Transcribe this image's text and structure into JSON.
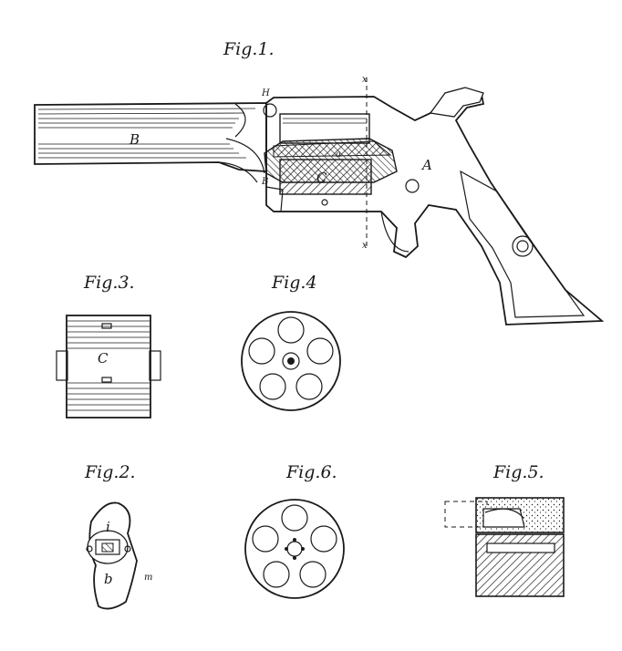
{
  "figures": {
    "fig1": {
      "title": "Fig.1.",
      "labels": {
        "A": "A",
        "B": "B",
        "C": "C",
        "H": "H",
        "B2": "B",
        "a": "a",
        "x1": "x",
        "x2": "x"
      }
    },
    "fig2": {
      "title": "Fig.2.",
      "labels": {
        "i": "i",
        "b": "b",
        "m": "m"
      }
    },
    "fig3": {
      "title": "Fig.3.",
      "labels": {
        "C": "C"
      }
    },
    "fig4": {
      "title": "Fig.4"
    },
    "fig5": {
      "title": "Fig.5."
    },
    "fig6": {
      "title": "Fig.6."
    }
  },
  "colors": {
    "ink": "#1a1a1a",
    "paper": "#ffffff"
  }
}
